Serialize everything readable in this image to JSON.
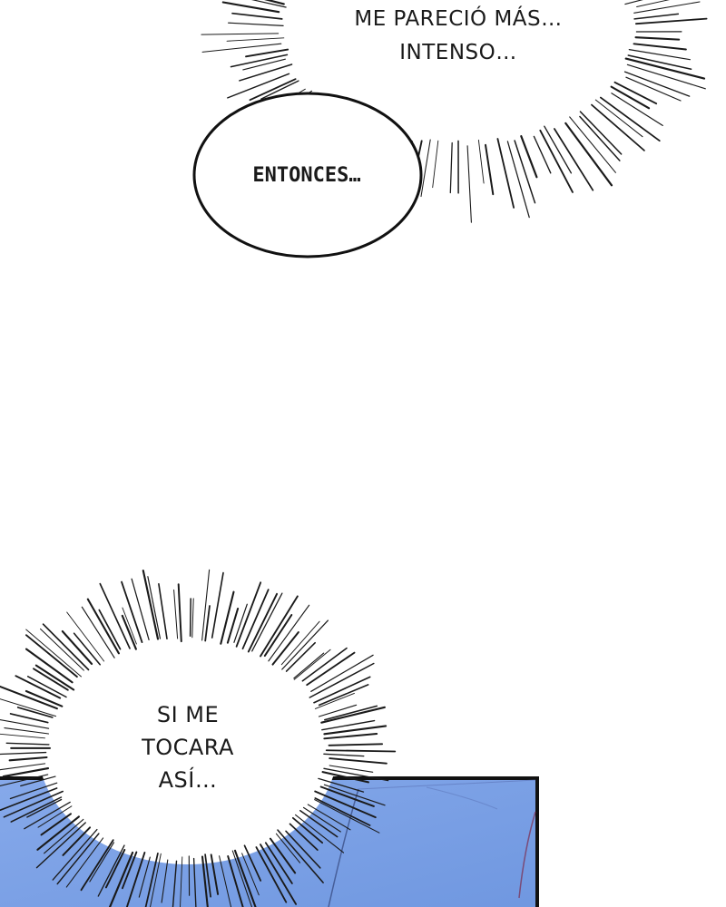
{
  "panel": {
    "bubbles": [
      {
        "id": "burst-top",
        "lines": [
          "ME PARECIÓ MÁS…",
          "INTENSO…"
        ]
      },
      {
        "id": "oval",
        "lines": [
          "ENTONCES…"
        ]
      },
      {
        "id": "burst-bottom",
        "lines": [
          "SI ME",
          "TOCARA",
          "ASÍ…"
        ]
      }
    ],
    "colors": {
      "art_blue": "#7aa1e6",
      "art_blue_light": "#8fb2ee",
      "outline": "#111111",
      "speedline": "#1a1a1a"
    }
  }
}
